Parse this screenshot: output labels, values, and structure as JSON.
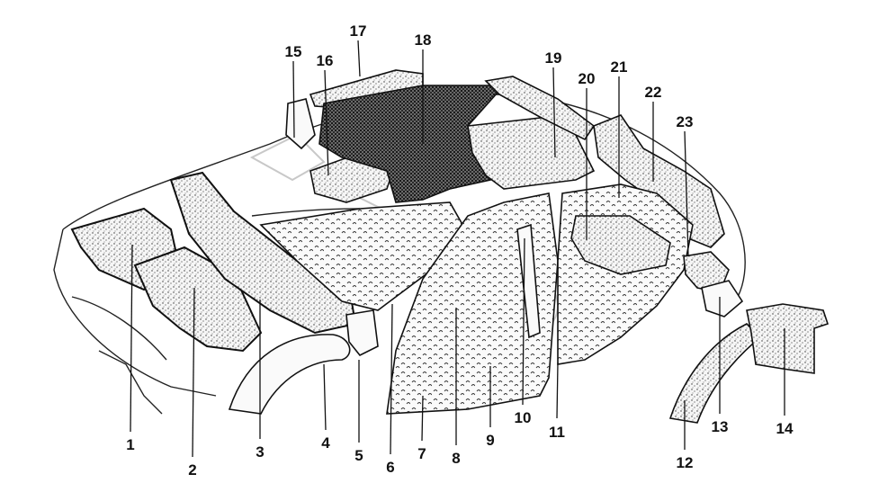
{
  "diagram": {
    "callouts": [
      {
        "id": "1",
        "label": "1"
      },
      {
        "id": "2",
        "label": "2"
      },
      {
        "id": "3",
        "label": "3"
      },
      {
        "id": "4",
        "label": "4"
      },
      {
        "id": "5",
        "label": "5"
      },
      {
        "id": "6",
        "label": "6"
      },
      {
        "id": "7",
        "label": "7"
      },
      {
        "id": "8",
        "label": "8"
      },
      {
        "id": "9",
        "label": "9"
      },
      {
        "id": "10",
        "label": "10"
      },
      {
        "id": "11",
        "label": "11"
      },
      {
        "id": "12",
        "label": "12"
      },
      {
        "id": "13",
        "label": "13"
      },
      {
        "id": "14",
        "label": "14"
      },
      {
        "id": "15",
        "label": "15"
      },
      {
        "id": "16",
        "label": "16"
      },
      {
        "id": "17",
        "label": "17"
      },
      {
        "id": "18",
        "label": "18"
      },
      {
        "id": "19",
        "label": "19"
      },
      {
        "id": "20",
        "label": "20"
      },
      {
        "id": "21",
        "label": "21"
      },
      {
        "id": "22",
        "label": "22"
      },
      {
        "id": "23",
        "label": "23"
      }
    ]
  }
}
